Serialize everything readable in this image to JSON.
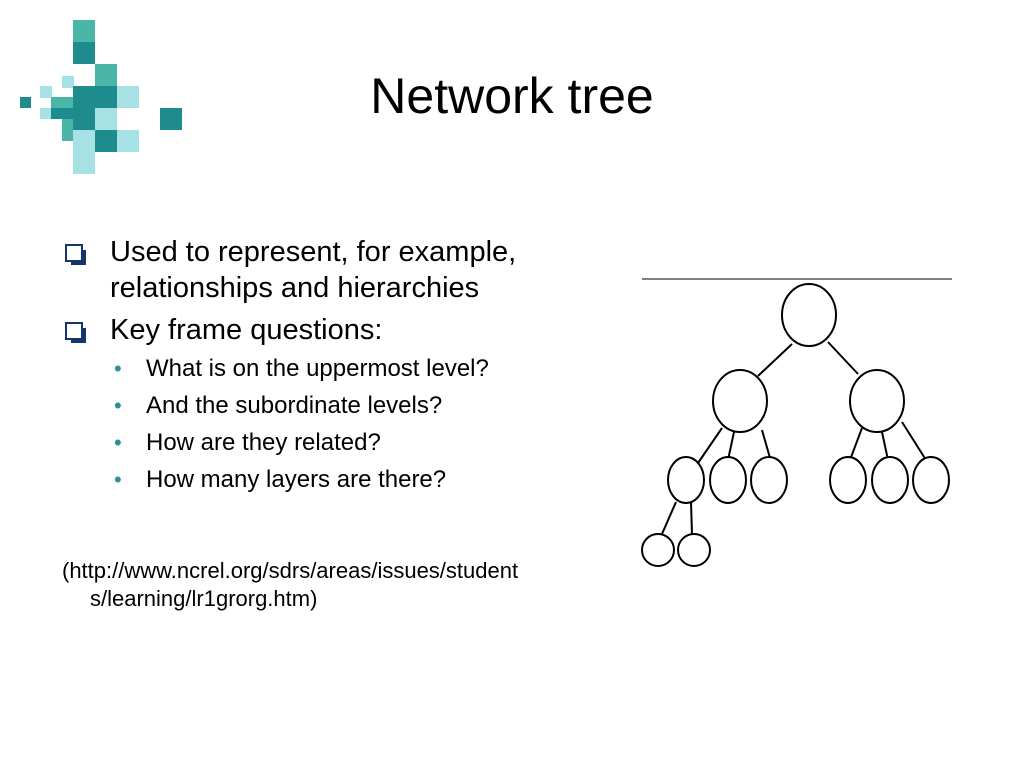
{
  "slide": {
    "title": "Network tree",
    "bullets": [
      {
        "text": "Used to represent, for example, relationships and hierarchies"
      },
      {
        "text": "Key frame questions:",
        "subitems": [
          "What is on the uppermost level?",
          "And the subordinate levels?",
          "How are they related?",
          "How many layers are there?"
        ]
      }
    ],
    "reference_line1": "(http://www.ncrel.org/sdrs/areas/issues/student",
    "reference_line2": "s/learning/lr1grorg.htm)"
  },
  "colors": {
    "teal_dark": "#1e8c8c",
    "teal_mid": "#4bb5a8",
    "teal_light": "#a6e1e6",
    "bullet_box": "#13356b",
    "subbullet": "#2a8f9a"
  },
  "icons": {
    "logo": "mosaic-squares-logo",
    "level1_bullet": "hollow-square-bullet",
    "level2_bullet": "dot-bullet"
  }
}
